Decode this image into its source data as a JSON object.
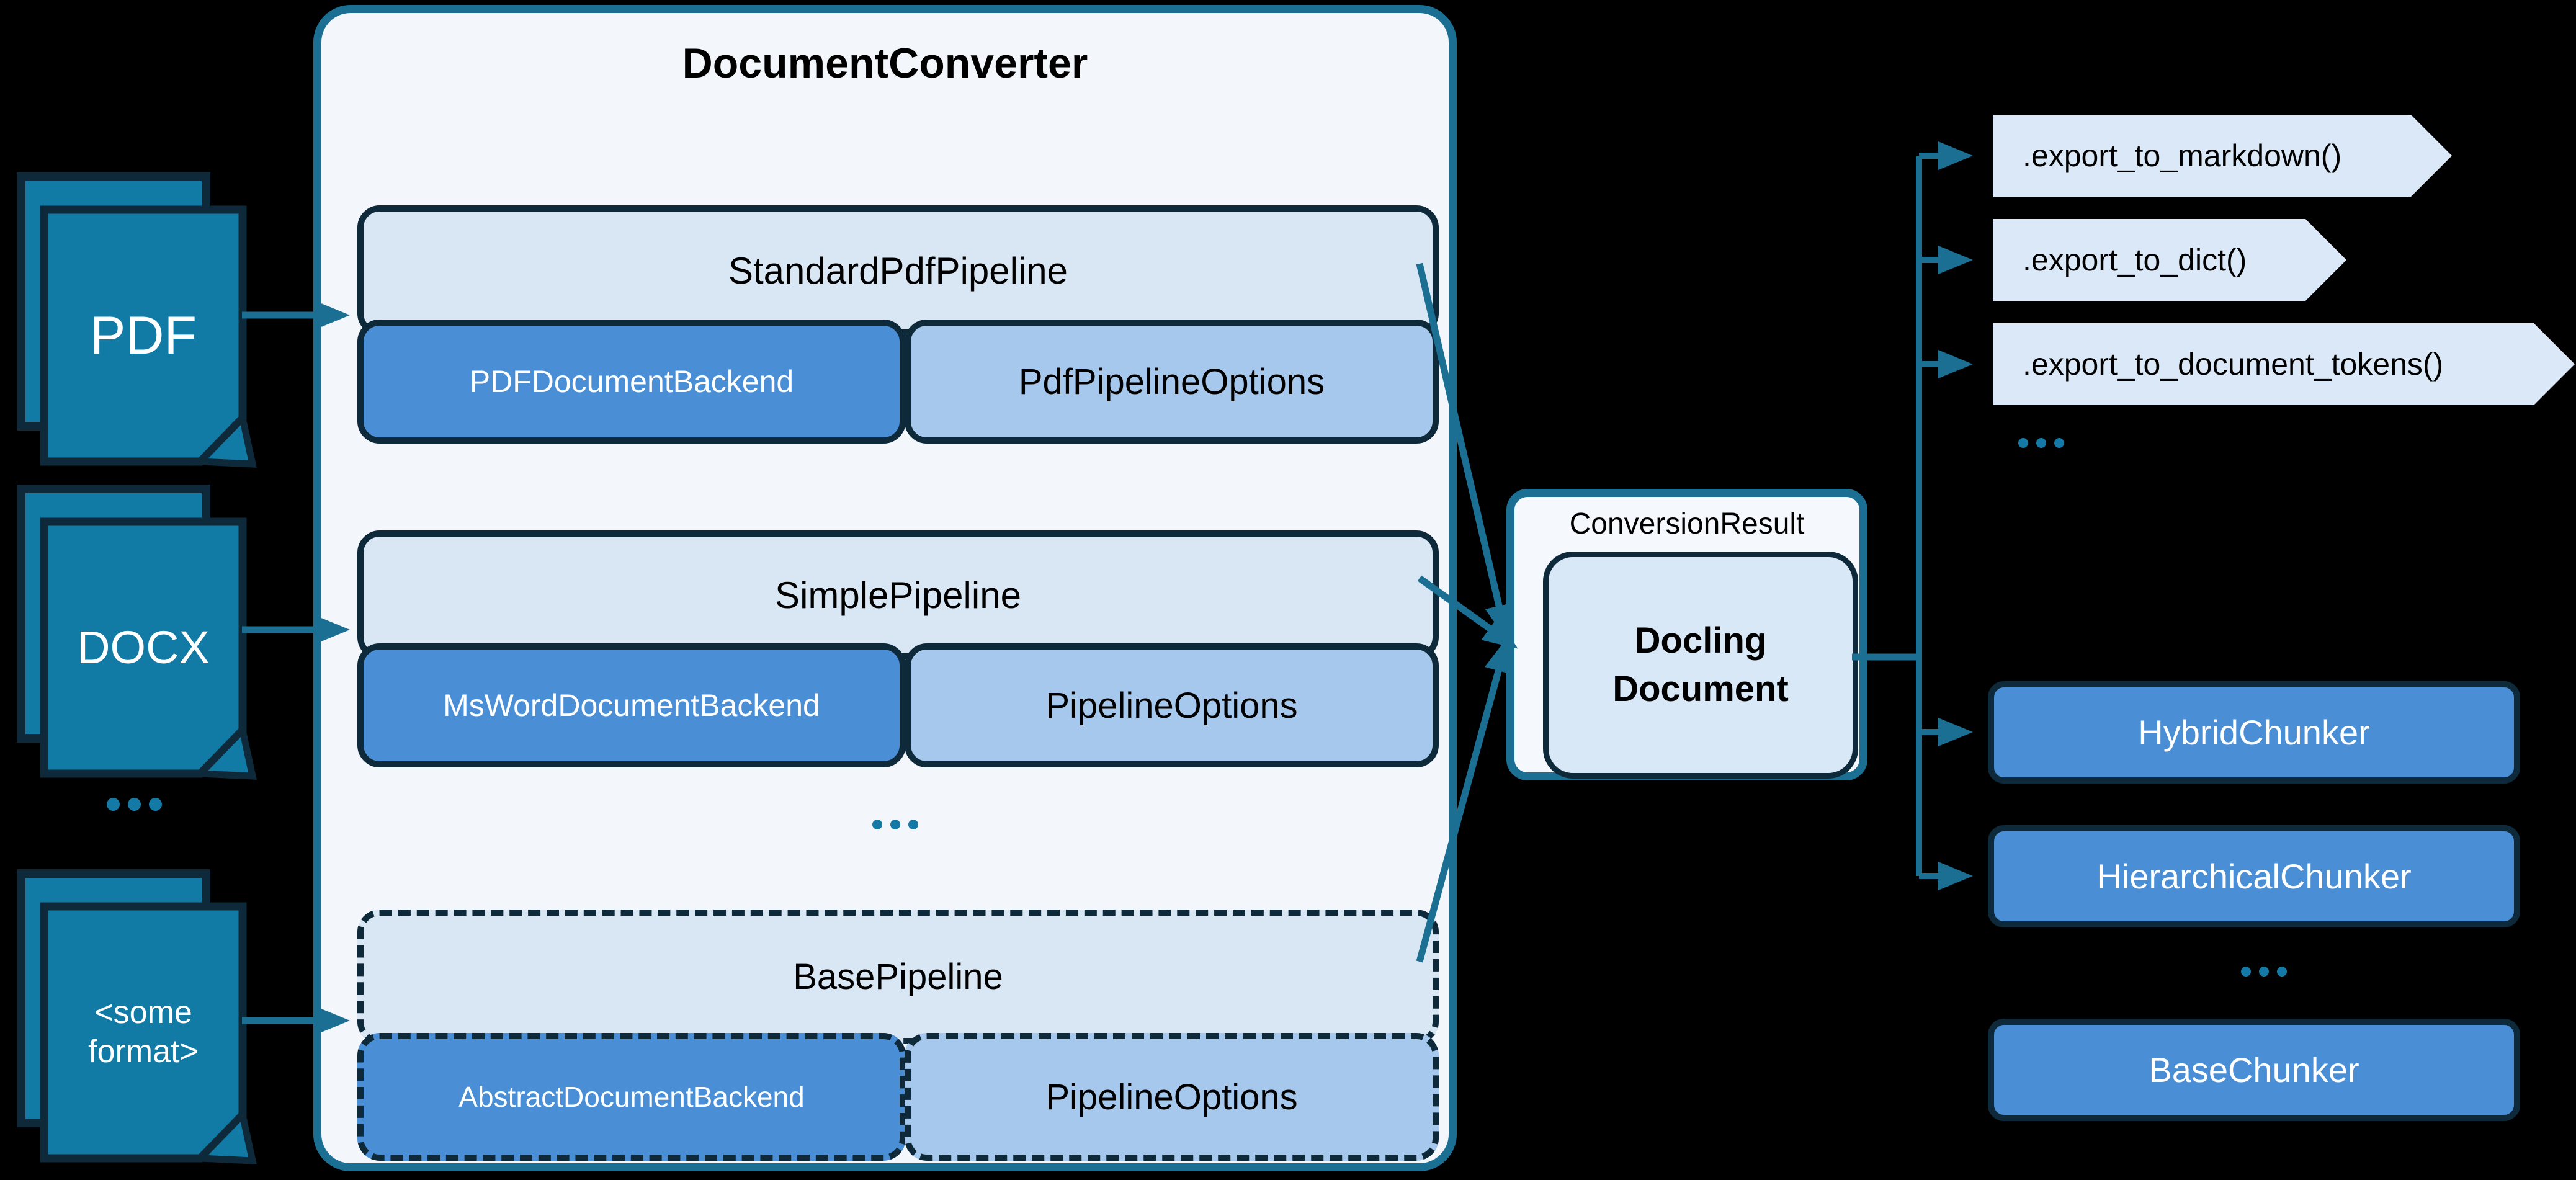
{
  "inputs": {
    "items": [
      {
        "label": "PDF"
      },
      {
        "label": "DOCX"
      },
      {
        "label": "<some format>"
      }
    ],
    "ellipsis": "..."
  },
  "converter": {
    "title": "DocumentConverter",
    "pipelines": [
      {
        "name": "StandardPdfPipeline",
        "backend": "PDFDocumentBackend",
        "options": "PdfPipelineOptions",
        "style": "solid"
      },
      {
        "name": "SimplePipeline",
        "backend": "MsWordDocumentBackend",
        "options": "PipelineOptions",
        "style": "solid"
      },
      {
        "name": "BasePipeline",
        "backend": "AbstractDocumentBackend",
        "options": "PipelineOptions",
        "style": "dashed"
      }
    ],
    "ellipsis": "..."
  },
  "result": {
    "label": "ConversionResult",
    "document": "Docling Document"
  },
  "exports": {
    "items": [
      {
        "label": ".export_to_markdown()"
      },
      {
        "label": ".export_to_dict()"
      },
      {
        "label": ".export_to_document_tokens()"
      }
    ],
    "ellipsis": "..."
  },
  "chunkers": {
    "items": [
      {
        "label": "HybridChunker",
        "style": "solid"
      },
      {
        "label": "HierarchicalChunker",
        "style": "solid"
      },
      {
        "label": "BaseChunker",
        "style": "dashed"
      }
    ],
    "ellipsis": "..."
  },
  "colors": {
    "background": "#000000",
    "accent_teal": "#1b6f93",
    "icon_teal": "#117aa5",
    "dark_outline": "#0e2a3a",
    "pipeline_header_fill": "#d9e7f5",
    "backend_fill": "#4a8fd6",
    "options_fill": "#a5c8ec",
    "chevron_fill": "#dbe8f7",
    "panel_fill": "#f3f7fc"
  }
}
